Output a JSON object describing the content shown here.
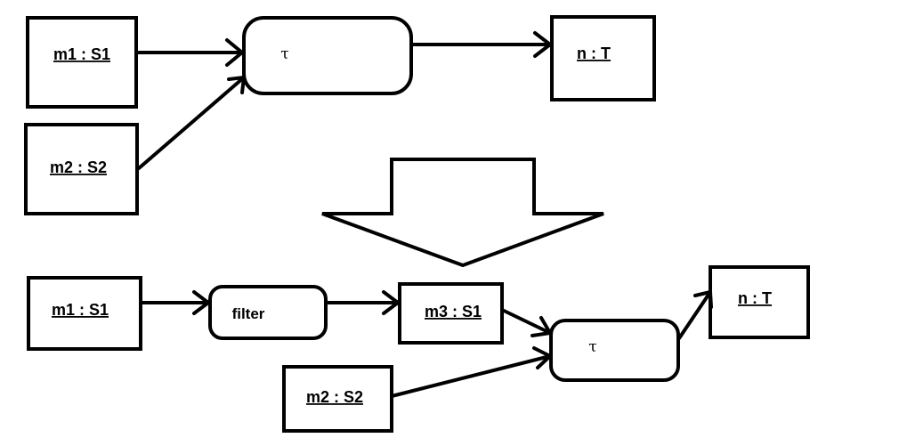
{
  "top": {
    "m1": "m1 : S1",
    "m2": "m2 : S2",
    "tau": "τ",
    "n": "n : T"
  },
  "bottom": {
    "m1": "m1 : S1",
    "filter": "filter",
    "m3": "m3 : S1",
    "m2": "m2 : S2",
    "tau": "τ",
    "n": "n : T"
  }
}
